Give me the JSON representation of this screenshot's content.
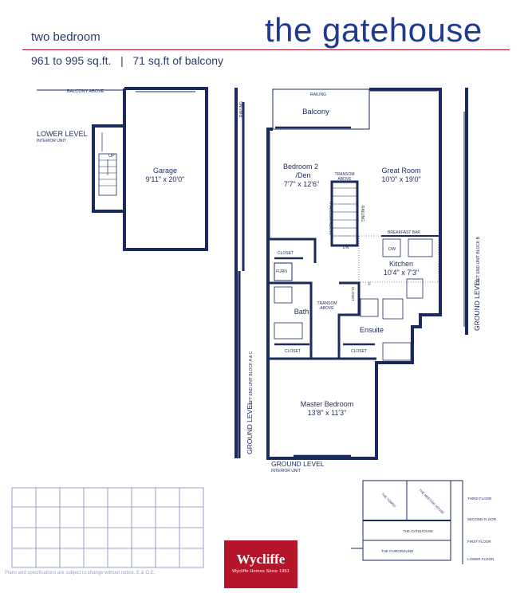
{
  "header": {
    "subtitle": "two bedroom",
    "title": "the gatehouse",
    "area": "961 to 995 sq.ft.   |   71 sq.ft of balcony"
  },
  "lower_level": {
    "balcony_above": "BALCONY ABOVE",
    "level_label": "LOWER LEVEL",
    "level_sub": "INTERIOR UNIT",
    "up": "UP",
    "garage_name": "Garage",
    "garage_dims": "9'11\" x 20'0\""
  },
  "ground_level": {
    "railing_top": "RAILING",
    "railing_left": "RAILING",
    "railing_stair": "RAILING",
    "balcony": "Balcony",
    "bedroom2_name": "Bedroom 2",
    "bedroom2_sub": "/Den",
    "bedroom2_dims": "7'7\" x 12'6\"",
    "transom_above_1a": "TRANSOM",
    "transom_above_1b": "ABOVE",
    "transom_above_2": "TRANSOM ABOVE",
    "great_room_name": "Great Room",
    "great_room_dims": "10'0\" x 19'0\"",
    "breakfast_bar": "BREAKFAST BAR",
    "dw": "DW",
    "dn": "DN",
    "kitchen_name": "Kitchen",
    "kitchen_dims": "10'4\" x 7'3\"",
    "closet_1": "CLOSET",
    "furn": "FURN",
    "f": "F",
    "closet_vertical": "CLOSET",
    "bath": "Bath",
    "transom_above_3a": "TRANSOM",
    "transom_above_3b": "ABOVE",
    "ensuite": "Ensuite",
    "closet_2": "CLOSET",
    "closet_3": "CLOSET",
    "master_name": "Master Bedroom",
    "master_dims": "13'8\" x 11'3\"",
    "level_label": "GROUND LEVEL",
    "level_sub": "INTERIOR UNIT",
    "left_side_label": "GROUND LEVEL",
    "left_side_sub": "LEFT END UNIT BLOCK A & C",
    "right_side_label": "GROUND LEVEL",
    "right_side_sub": "LEFT END UNIT BLOCK B"
  },
  "section": {
    "third_floor": "THIRD FLOOR",
    "second_floor": "SECOND FLOOR",
    "first_floor": "FIRST FLOOR",
    "lower_floor": "LOWER FLOOR",
    "the_gatehouse": "THE GATEHOUSE",
    "the_fairground": "THE FAIRGROUND",
    "unit_a": "THE TOWNS",
    "unit_b": "THE MEETING HOUSE"
  },
  "logo": {
    "name": "Wycliffe",
    "tagline": "Wycliffe Homes Since 1951"
  },
  "disclaimer": "Plans and specifications are subject to change without notice. E.& O.E.",
  "colors": {
    "plan_navy": "#1b2a5c",
    "title_blue": "#1f3a93",
    "accent_red": "#b3182e"
  }
}
